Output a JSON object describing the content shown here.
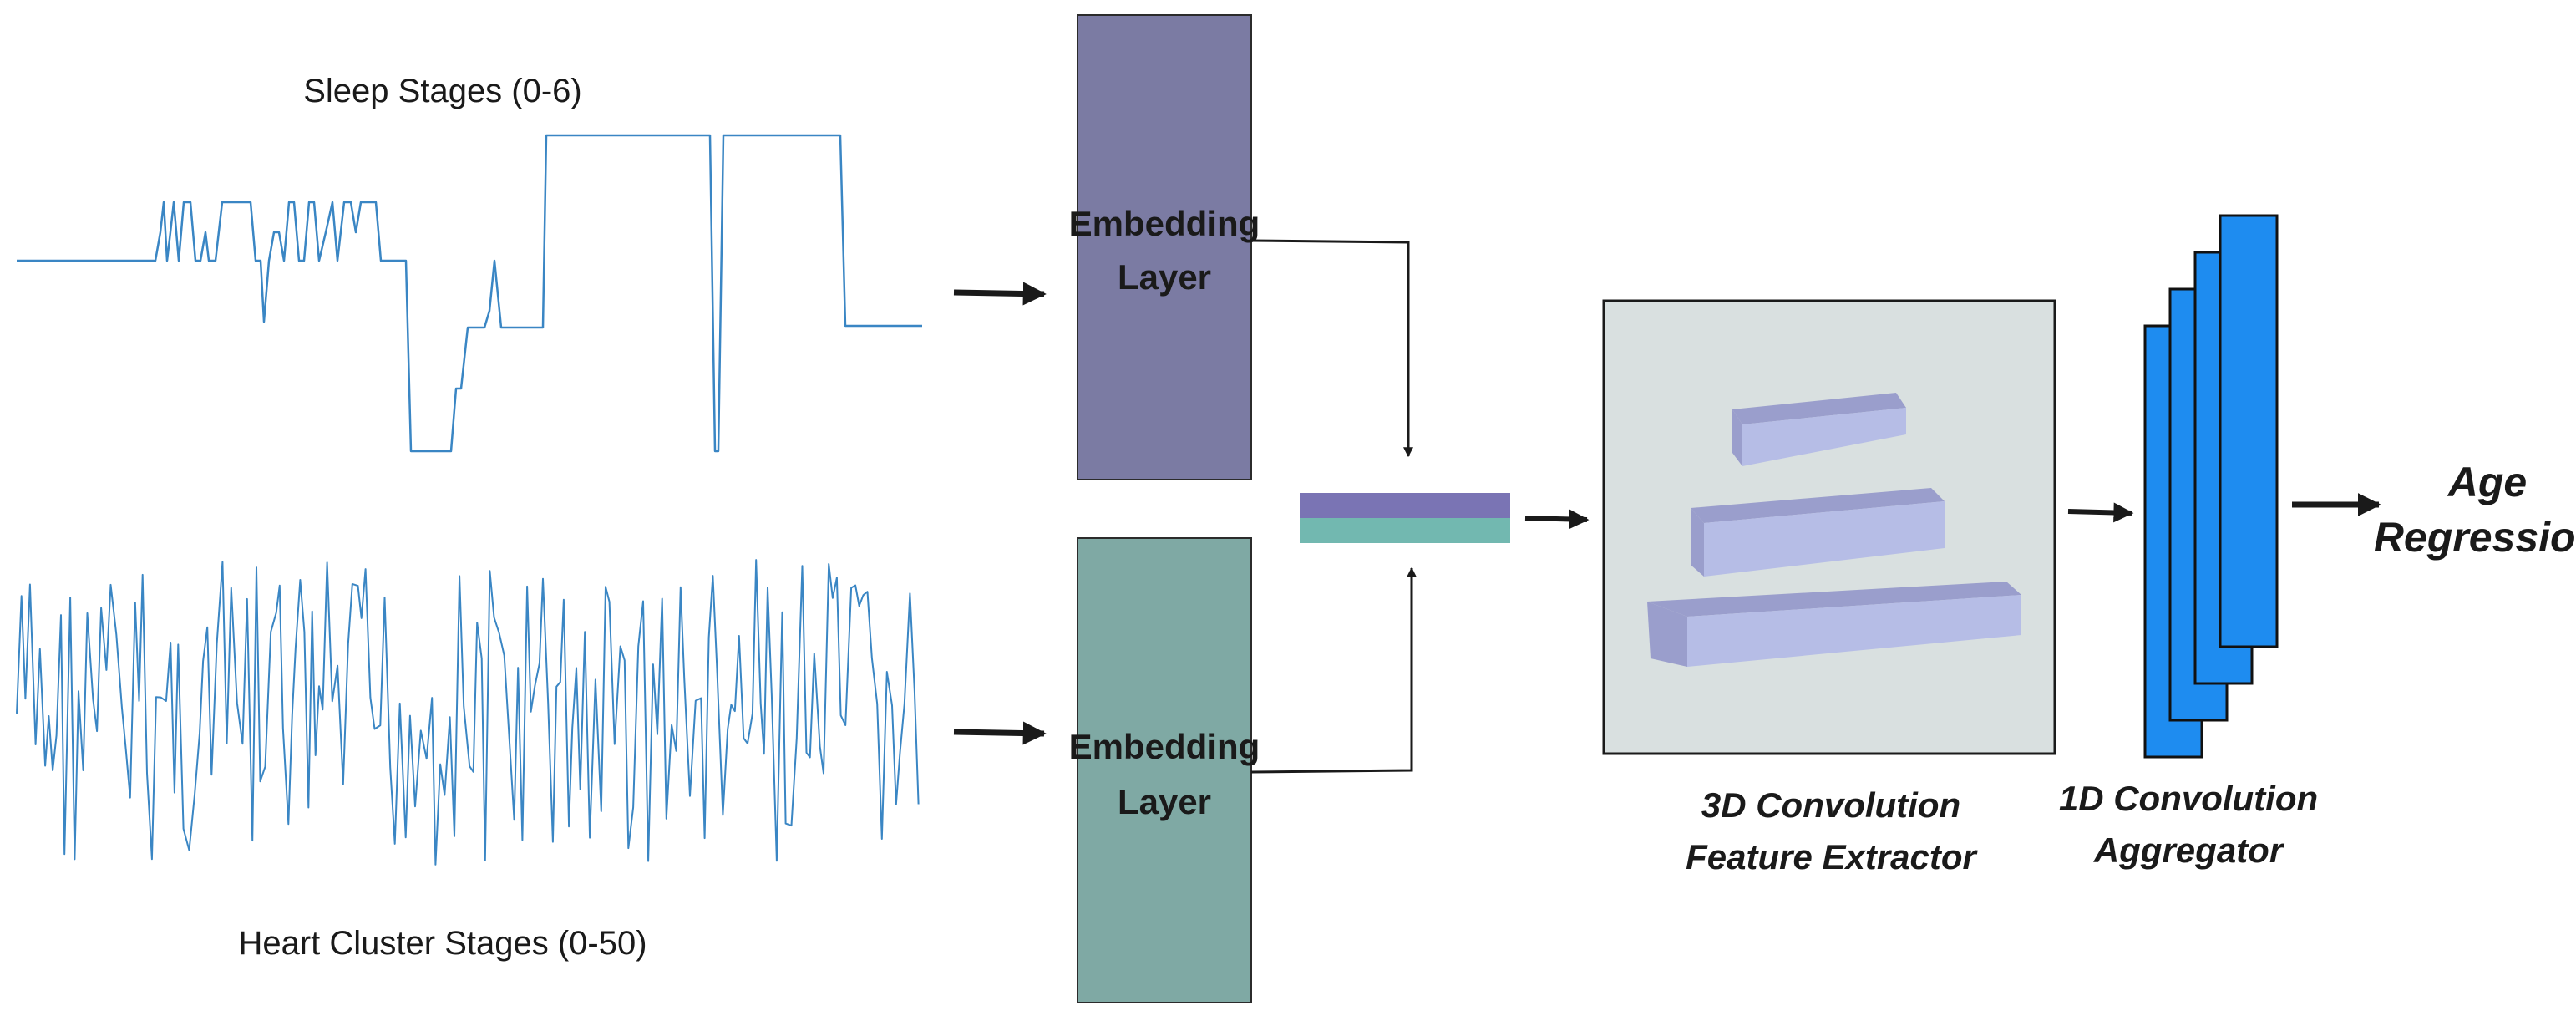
{
  "inputs": {
    "sleep_title": "Sleep Stages (0-6)",
    "heart_title": "Heart Cluster Stages (0-50)"
  },
  "embedding": {
    "top_label_line1": "Embedding",
    "top_label_line2": "Layer",
    "bottom_label_line1": "Embedding",
    "bottom_label_line2": "Layer"
  },
  "conv3d": {
    "label_line1": "3D Convolution",
    "label_line2": "Feature Extractor"
  },
  "conv1d": {
    "label_line1": "1D Convolution",
    "label_line2": "Aggregator"
  },
  "output": {
    "label_line1": "Age",
    "label_line2": "Regression"
  },
  "colors": {
    "signal": "#3a86c4",
    "embedding_top": "#7b7ba3",
    "embedding_bottom": "#7fa9a4",
    "concat_top": "#7a74b4",
    "concat_bottom": "#72b8b0",
    "conv3d_bg": "#d9e0e0",
    "prism_top": "#9a9ecc",
    "prism_front": "#b6bde6",
    "conv1d_fill": "#1e8cf0"
  }
}
